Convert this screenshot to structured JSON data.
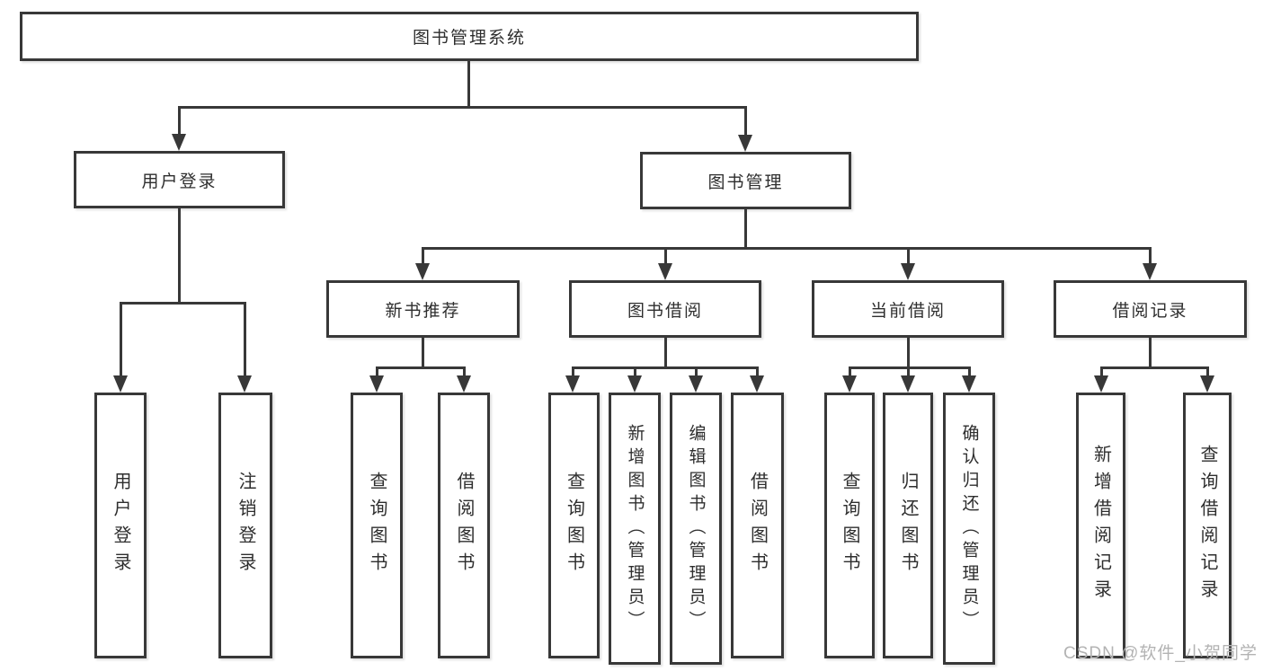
{
  "diagram": {
    "root": {
      "label": "图书管理系统"
    },
    "nodes": {
      "user_login": "用户登录",
      "book_mgmt": "图书管理",
      "new_books": "新书推荐",
      "book_borrow": "图书借阅",
      "current_borrow": "当前借阅",
      "borrow_records": "借阅记录"
    },
    "leaves": {
      "user_login_1": "用户登录",
      "user_login_2": "注销登录",
      "new_books_1": "查询图书",
      "new_books_2": "借阅图书",
      "book_borrow_1": "查询图书",
      "book_borrow_2": "新增图书（管理员）",
      "book_borrow_3": "编辑图书（管理员）",
      "book_borrow_4": "借阅图书",
      "current_borrow_1": "查询图书",
      "current_borrow_2": "归还图书",
      "current_borrow_3": "确认归还（管理员）",
      "borrow_records_1": "新增借阅记录",
      "borrow_records_2": "查询借阅记录"
    },
    "watermark": "CSDN @软件_小贺同学",
    "colors": {
      "line": "#383838",
      "box_border": "#383838",
      "text": "#2e2e2e",
      "watermark": "#b3b3b3",
      "background": "#ffffff"
    }
  }
}
